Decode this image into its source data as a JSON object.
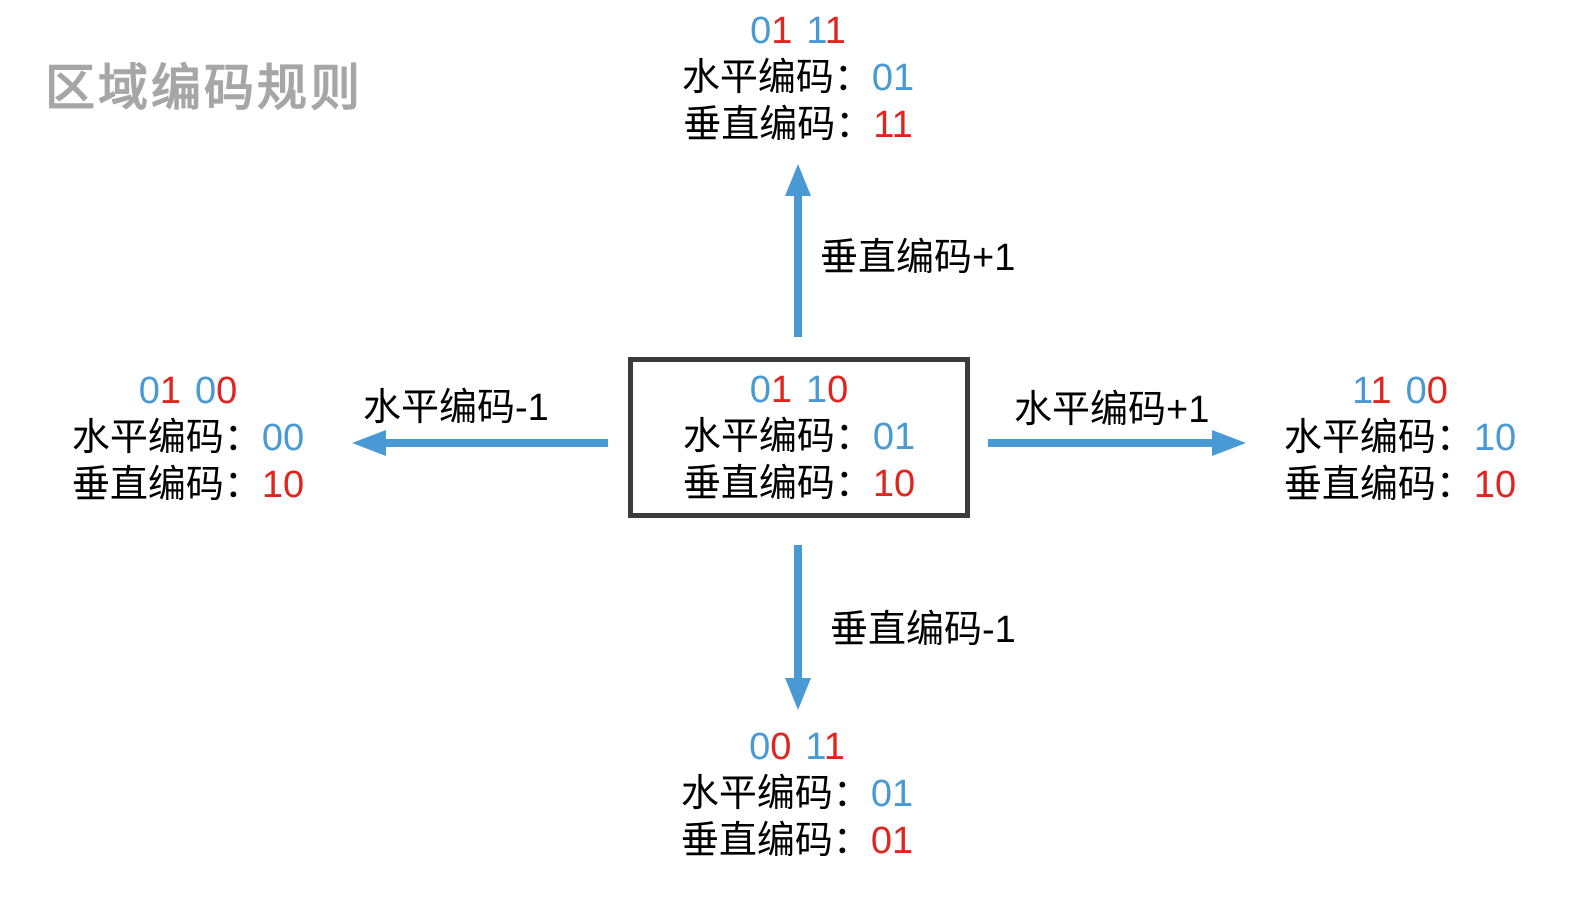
{
  "title": "区域编码规则",
  "labels": {
    "horizontal": "水平编码：",
    "vertical": "垂直编码："
  },
  "colors": {
    "blue": "#4899D4",
    "red": "#E0241E",
    "title_gray": "#A6A6A6",
    "box_border": "#3B3B3B"
  },
  "center_box": {
    "code": [
      "0",
      "1",
      "1",
      "0"
    ],
    "horizontal_value": "01",
    "vertical_value": "10"
  },
  "neighbors": {
    "top": {
      "code": [
        "0",
        "1",
        "1",
        "1"
      ],
      "horizontal_value": "01",
      "vertical_value": "11"
    },
    "left": {
      "code": [
        "0",
        "1",
        "0",
        "0"
      ],
      "horizontal_value": "00",
      "vertical_value": "10"
    },
    "right": {
      "code": [
        "1",
        "1",
        "0",
        "0"
      ],
      "horizontal_value": "10",
      "vertical_value": "10"
    },
    "bottom": {
      "code": [
        "0",
        "0",
        "1",
        "1"
      ],
      "horizontal_value": "01",
      "vertical_value": "01"
    }
  },
  "arrows": {
    "up": {
      "label": "垂直编码+1"
    },
    "down": {
      "label": "垂直编码-1"
    },
    "left": {
      "label": "水平编码-1"
    },
    "right": {
      "label": "水平编码+1"
    }
  }
}
